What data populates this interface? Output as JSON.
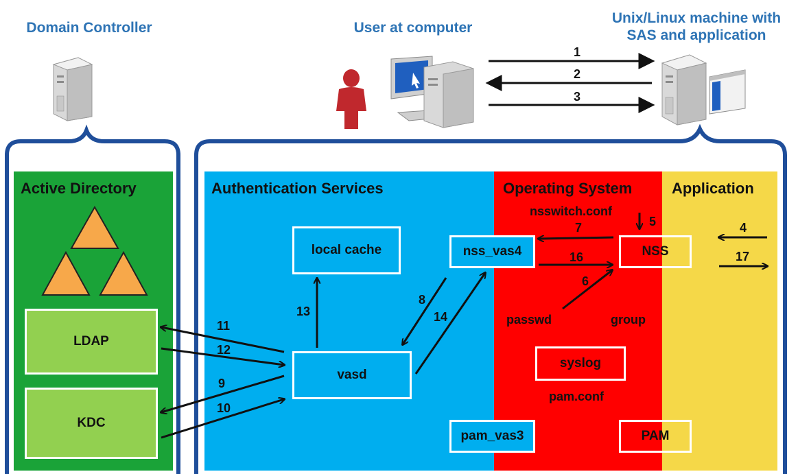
{
  "headers": {
    "domain_controller": "Domain Controller",
    "user_at_computer": "User at computer",
    "unix_machine": "Unix/Linux machine with SAS and application"
  },
  "panels": {
    "active_directory": {
      "title": "Active Directory",
      "color": "#1aa338"
    },
    "authentication_services": {
      "title": "Authentication Services",
      "color": "#00aeef"
    },
    "operating_system": {
      "title": "Operating System",
      "color": "#ff0000"
    },
    "application": {
      "title": "Application",
      "color": "#f5d848"
    }
  },
  "boxes": {
    "ldap": "LDAP",
    "kdc": "KDC",
    "local_cache": "local cache",
    "vasd": "vasd",
    "nss_vas4": "nss_vas4",
    "pam_vas3": "pam_vas3",
    "nss": "NSS",
    "syslog": "syslog",
    "pam": "PAM"
  },
  "labels": {
    "nsswitch_conf": "nsswitch.conf",
    "passwd": "passwd",
    "group": "group",
    "pam_conf": "pam.conf"
  },
  "steps": {
    "s1": "1",
    "s2": "2",
    "s3": "3",
    "s4": "4",
    "s5": "5",
    "s6": "6",
    "s7": "7",
    "s8": "8",
    "s9": "9",
    "s10": "10",
    "s11": "11",
    "s12": "12",
    "s13": "13",
    "s14": "14",
    "s16": "16",
    "s17": "17"
  },
  "icons": [
    "server-icon",
    "user-icon",
    "monitor-icon",
    "app-window-icon",
    "triangle-icon"
  ],
  "colors": {
    "header_blue": "#2e74b5",
    "bracket_blue": "#1f4e9a",
    "box_light_green": "#92d050"
  }
}
